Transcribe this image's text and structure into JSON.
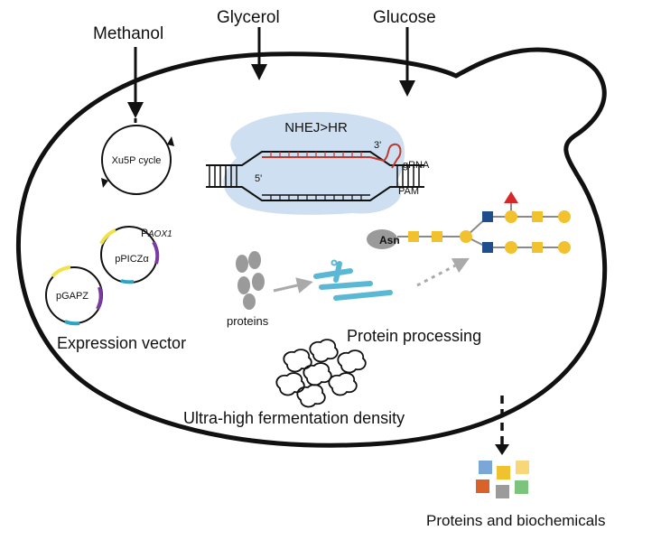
{
  "inputs": {
    "methanol": "Methanol",
    "glycerol": "Glycerol",
    "glucose": "Glucose"
  },
  "cycle": {
    "label": "Xu5P cycle"
  },
  "editing": {
    "title": "NHEJ>HR",
    "five_prime": "5'",
    "three_prime": "3'",
    "grna": "gRNA",
    "pam": "PAM"
  },
  "vectors": {
    "promoter_prefix": "P",
    "promoter_sub": "AOX1",
    "plasmid_1": "pPICZα",
    "plasmid_2": "pGAPZ",
    "caption": "Expression vector"
  },
  "processing": {
    "proteins_label": "proteins",
    "asn_label": "Asn",
    "caption": "Protein processing"
  },
  "fermentation": {
    "caption": "Ultra-high fermentation density"
  },
  "output": {
    "caption": "Proteins and biochemicals"
  },
  "colors": {
    "outline": "#111111",
    "dna_highlight": "#c8dcf0",
    "cas_red": "#c0392b",
    "glycan_yellow": "#f2c12e",
    "glycan_blue": "#1f4e8c",
    "fucose_red": "#d62828",
    "protein_grey": "#9a9a9a",
    "processing_blue": "#5bb8d4",
    "tile_blue": "#7aa6d8",
    "tile_yellow": "#f2c12e",
    "tile_lightyellow": "#f7d77a",
    "tile_orange": "#d9622b",
    "tile_grey": "#9b9b9b",
    "tile_green": "#7cc47c"
  }
}
